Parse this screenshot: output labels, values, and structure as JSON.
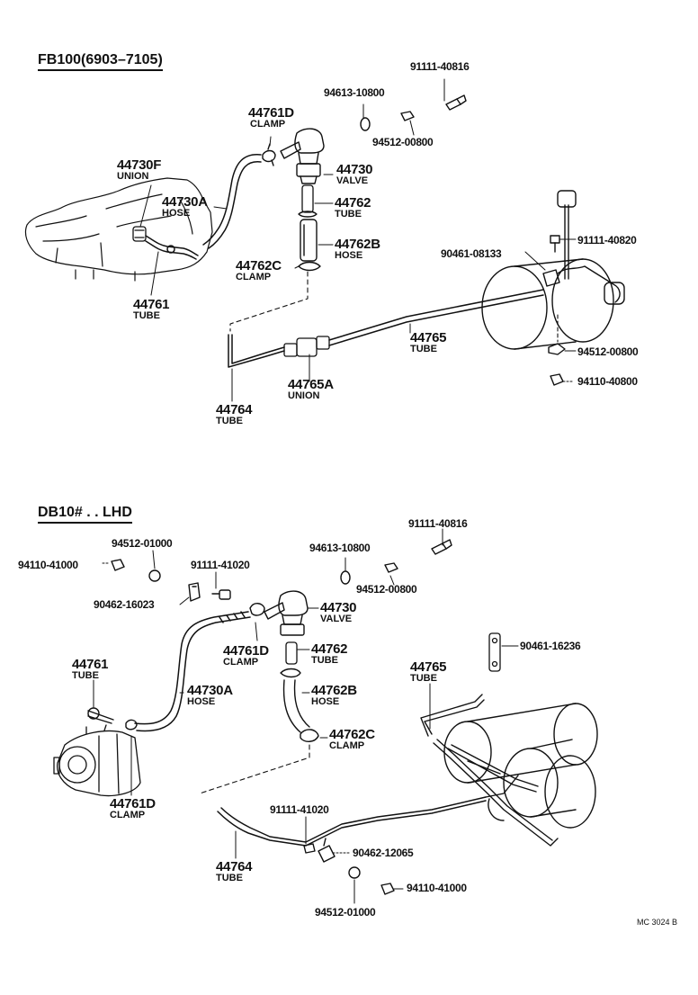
{
  "sections": [
    {
      "heading": "FB100(6903–7105)"
    },
    {
      "heading": "DB10# . . LHD"
    }
  ],
  "labels": {
    "s1_44761D": "44761D",
    "s1_44761D_n": "CLAMP",
    "s1_44730F": "44730F",
    "s1_44730F_n": "UNION",
    "s1_44730A": "44730A",
    "s1_44730A_n": "HOSE",
    "s1_44761": "44761",
    "s1_44761_n": "TUBE",
    "s1_44730": "44730",
    "s1_44730_n": "VALVE",
    "s1_44762": "44762",
    "s1_44762_n": "TUBE",
    "s1_44762B": "44762B",
    "s1_44762B_n": "HOSE",
    "s1_44762C": "44762C",
    "s1_44762C_n": "CLAMP",
    "s1_44765": "44765",
    "s1_44765_n": "TUBE",
    "s1_44765A": "44765A",
    "s1_44765A_n": "UNION",
    "s1_44764": "44764",
    "s1_44764_n": "TUBE",
    "s1_91111_40816": "91111-40816",
    "s1_94613_10800": "94613-10800",
    "s1_94512_00800a": "94512-00800",
    "s1_91111_40820": "91111-40820",
    "s1_90461_08133": "90461-08133",
    "s1_94512_00800b": "94512-00800",
    "s1_94110_40800": "94110-40800",
    "s2_91111_40816": "91111-40816",
    "s2_94512_01000a": "94512-01000",
    "s2_94110_41000a": "94110-41000",
    "s2_91111_41020a": "91111-41020",
    "s2_94613_10800": "94613-10800",
    "s2_94512_00800": "94512-00800",
    "s2_90462_16023": "90462-16023",
    "s2_44730": "44730",
    "s2_44730_n": "VALVE",
    "s2_44761D_a": "44761D",
    "s2_44761D_a_n": "CLAMP",
    "s2_44762": "44762",
    "s2_44762_n": "TUBE",
    "s2_44761": "44761",
    "s2_44761_n": "TUBE",
    "s2_44730A": "44730A",
    "s2_44730A_n": "HOSE",
    "s2_44762B": "44762B",
    "s2_44762B_n": "HOSE",
    "s2_44762C": "44762C",
    "s2_44762C_n": "CLAMP",
    "s2_90461_16236": "90461-16236",
    "s2_44765": "44765",
    "s2_44765_n": "TUBE",
    "s2_44761D_b": "44761D",
    "s2_44761D_b_n": "CLAMP",
    "s2_91111_41020b": "91111-41020",
    "s2_90462_12065": "90462-12065",
    "s2_44764": "44764",
    "s2_44764_n": "TUBE",
    "s2_94110_41000b": "94110-41000",
    "s2_94512_01000b": "94512-01000"
  },
  "figure_code": "MC  3024 B",
  "colors": {
    "ink": "#111111",
    "paper": "#ffffff",
    "shade": "#dddddd"
  }
}
